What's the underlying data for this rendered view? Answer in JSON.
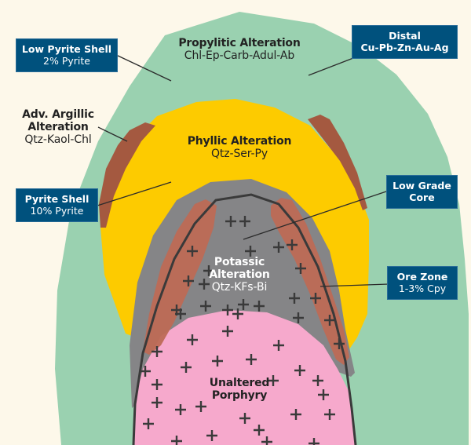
{
  "colors": {
    "background": "#fdf8ea",
    "propylitic": "#9ad1b0",
    "phyllic": "#fdcb00",
    "argillic": "#a45940",
    "potassic": "#858587",
    "ore_zone": "#bd6a55",
    "porphyry": "#f6a9cc",
    "callout_box": "#00517d",
    "leader_line": "#2b2b2b"
  },
  "zones": {
    "propylitic": {
      "title": "Propylitic Alteration",
      "minerals": "Chl-Ep-Carb-Adul-Ab"
    },
    "argillic": {
      "title_line1": "Adv. Argillic",
      "title_line2": "Alteration",
      "minerals": "Qtz-Kaol-Chl"
    },
    "phyllic": {
      "title": "Phyllic Alteration",
      "minerals": "Qtz-Ser-Py"
    },
    "potassic": {
      "title_line1": "Potassic",
      "title_line2": "Alteration",
      "minerals": "Qtz-KFs-Bi"
    },
    "porphyry": {
      "title_line1": "Unaltered",
      "title_line2": "Porphyry"
    }
  },
  "callouts": {
    "low_pyrite_shell": {
      "title": "Low Pyrite Shell",
      "detail": "2% Pyrite"
    },
    "distal": {
      "title": "Distal",
      "detail": "Cu-Pb-Zn-Au-Ag"
    },
    "pyrite_shell": {
      "title": "Pyrite Shell",
      "detail": "10% Pyrite"
    },
    "low_grade_core": {
      "title": "Low Grade",
      "detail": "Core"
    },
    "ore_zone": {
      "title": "Ore Zone",
      "detail": "1-3% Cpy"
    }
  },
  "symbols": {
    "cross": "+"
  }
}
